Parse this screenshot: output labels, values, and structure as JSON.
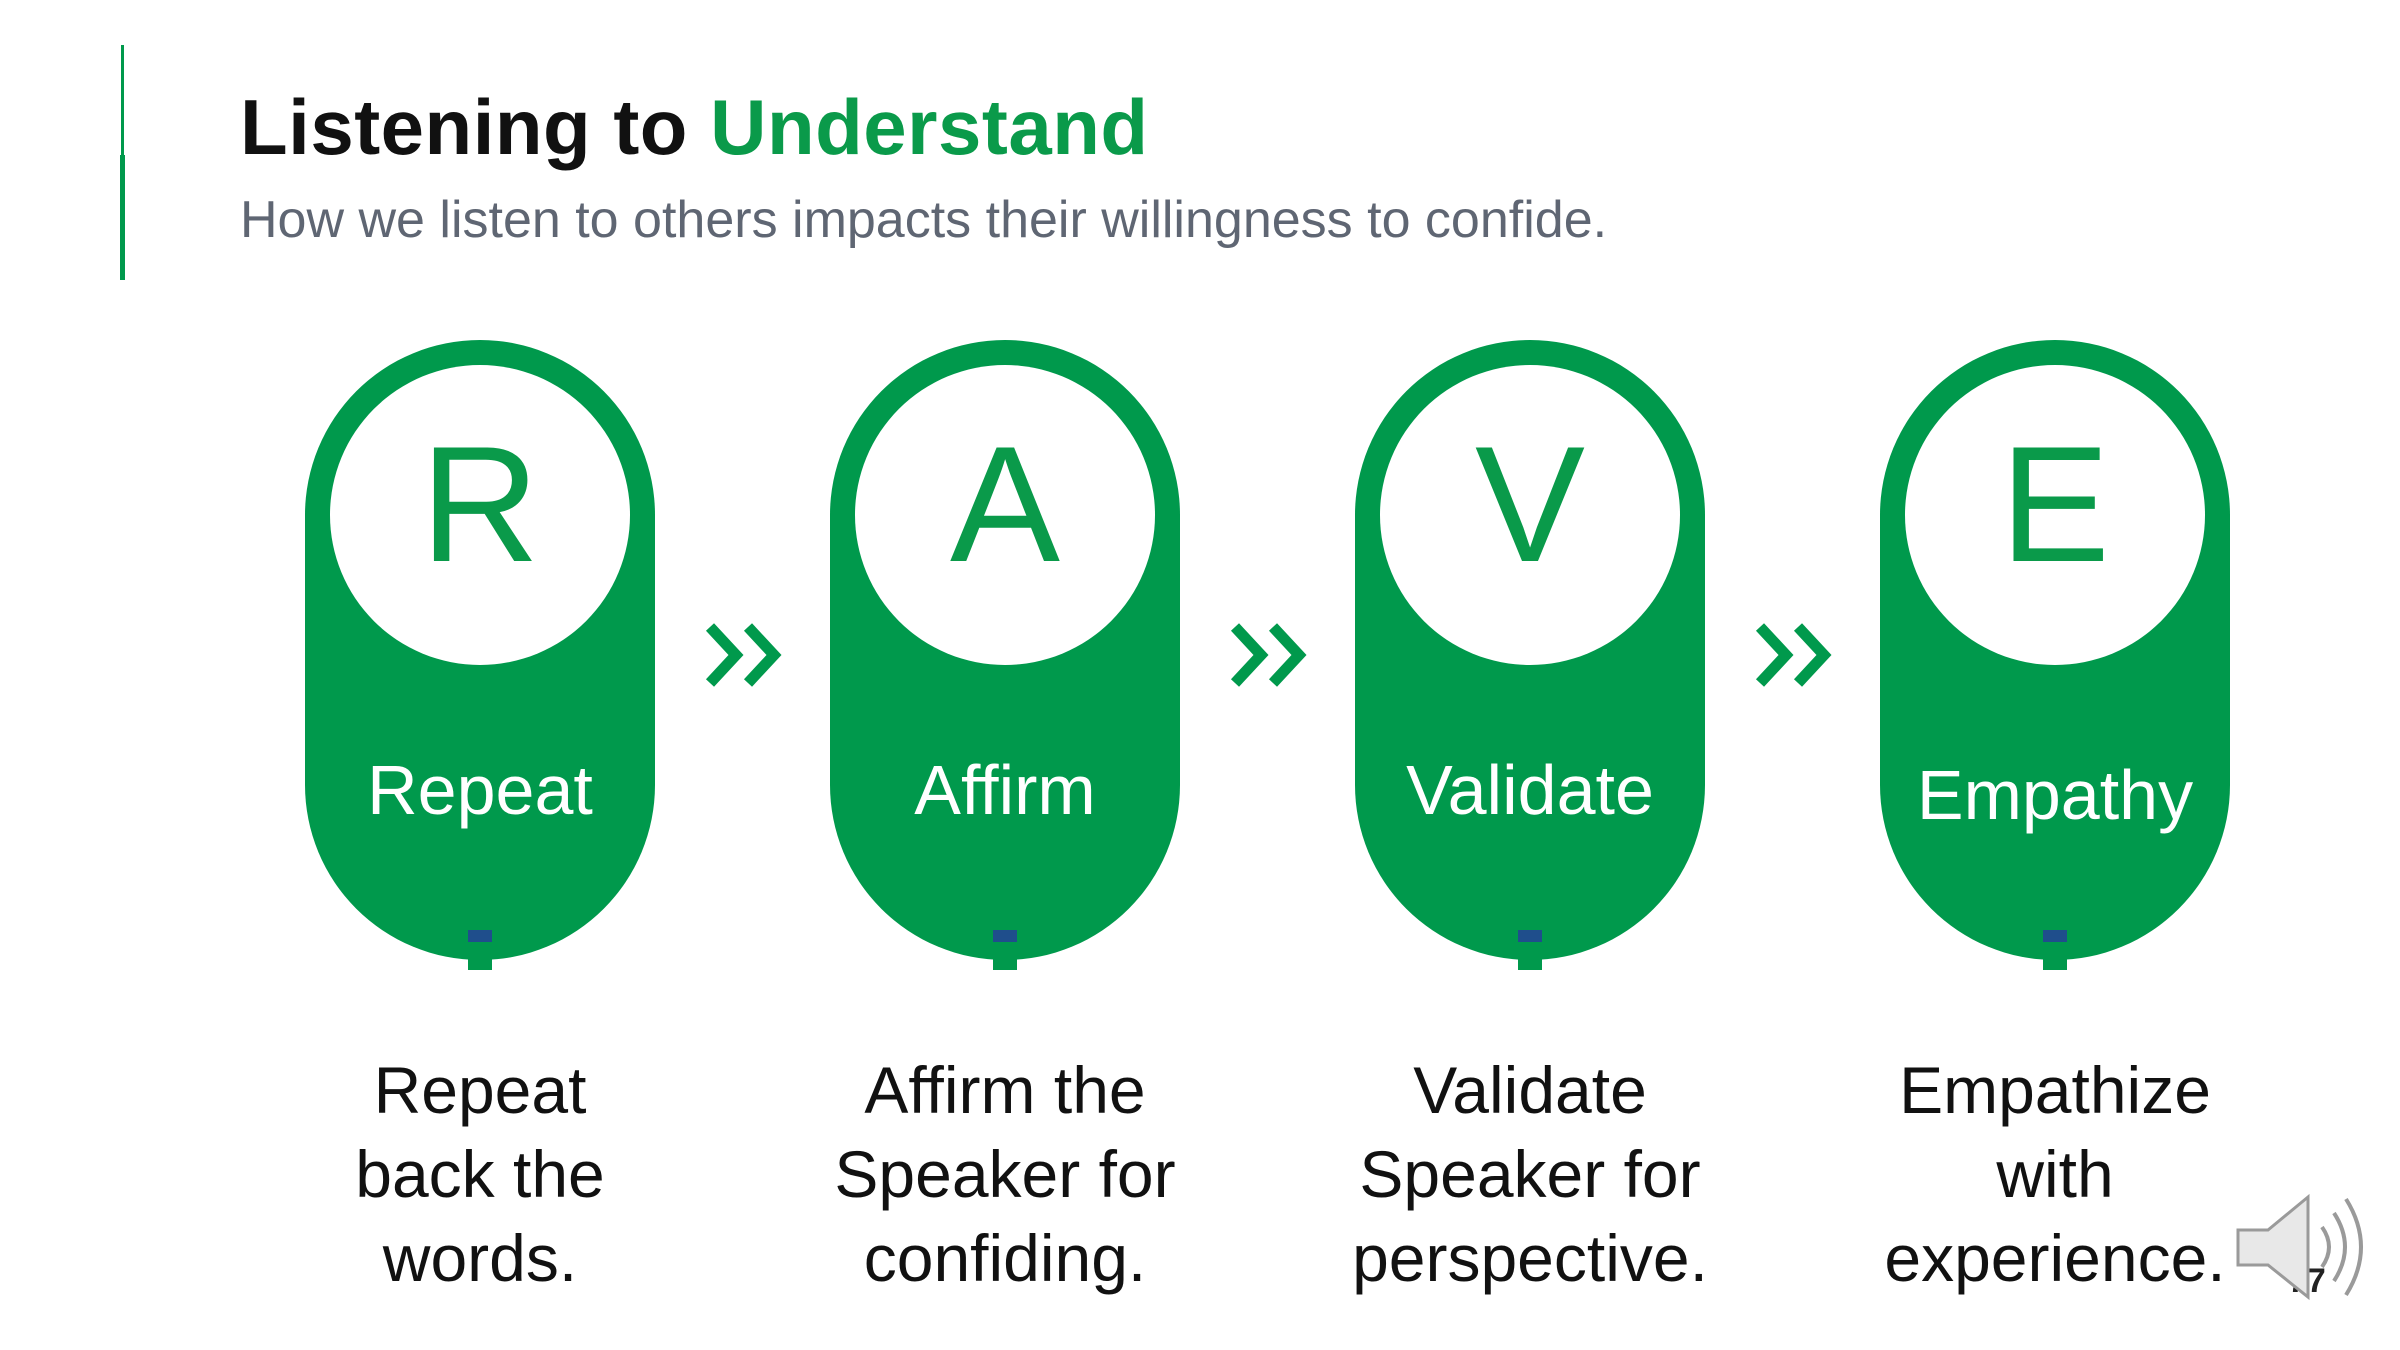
{
  "slide": {
    "title_part1": "Listening to",
    "title_part2": "Understand",
    "subtitle": "How we listen to others impacts their willingness to confide.",
    "page_number": "77"
  },
  "colors": {
    "accent_green": "#00994c",
    "letter_green": "#0a9a4a",
    "arrow_tip_blue": "#1f4e8c",
    "subtitle_gray": "#5f6673"
  },
  "steps": [
    {
      "letter": "R",
      "word": "Repeat",
      "description": "Repeat\nback the\nwords."
    },
    {
      "letter": "A",
      "word": "Affirm",
      "description": "Affirm the\nSpeaker for\nconfiding."
    },
    {
      "letter": "V",
      "word": "Validate",
      "description": "Validate\nSpeaker for\nperspective."
    },
    {
      "letter": "E",
      "word": "Empathy",
      "description": "Empathize\nwith\nexperience."
    }
  ],
  "icons": {
    "connector": "double-chevron-right-icon",
    "down_arrow": "arrow-down-icon",
    "audio": "speaker-icon"
  }
}
